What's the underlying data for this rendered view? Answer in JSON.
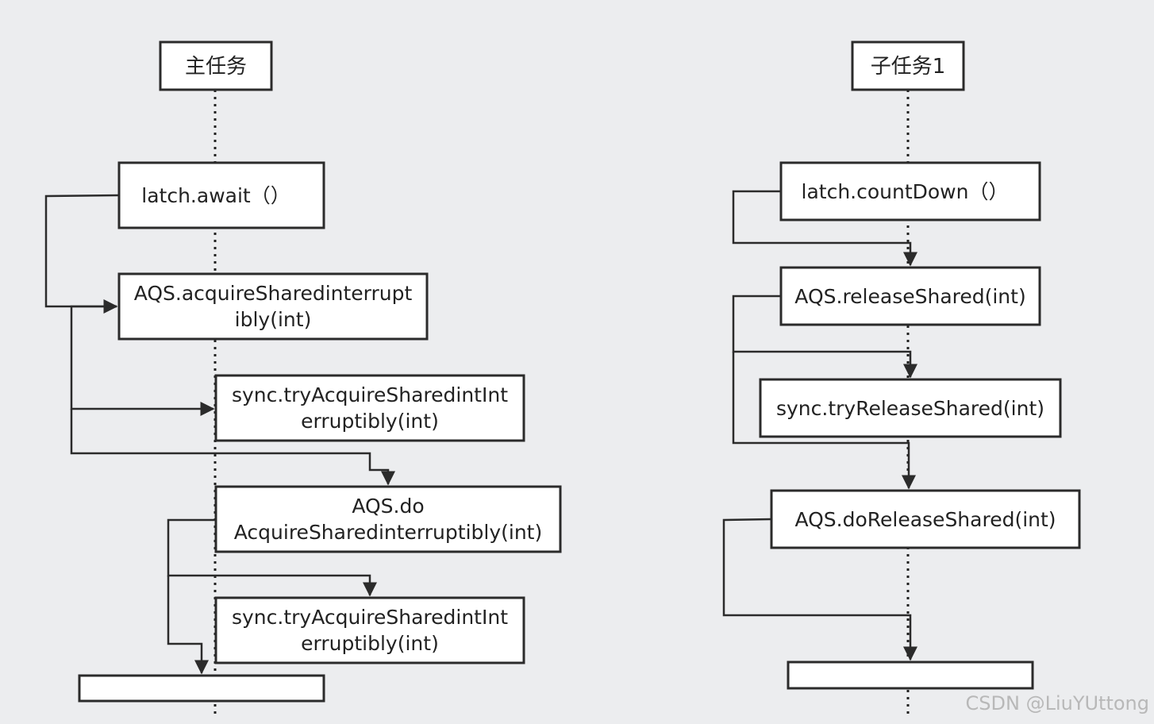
{
  "left_lane": {
    "title": "主任务",
    "nodes": [
      {
        "line1": "latch.await（）",
        "line2": ""
      },
      {
        "line1": "AQS.acquireSharedinterrupt",
        "line2": "ibly(int)"
      },
      {
        "line1": "sync.tryAcquireSharedintInt",
        "line2": "erruptibly(int)"
      },
      {
        "line1": "AQS.do",
        "line2": "AcquireSharedinterruptibly(int)"
      },
      {
        "line1": "sync.tryAcquireSharedintInt",
        "line2": "erruptibly(int)"
      },
      {
        "line1": "",
        "line2": ""
      }
    ]
  },
  "right_lane": {
    "title": "子任务1",
    "nodes": [
      {
        "line1": "latch.countDown（）",
        "line2": ""
      },
      {
        "line1": "AQS.releaseShared(int)",
        "line2": ""
      },
      {
        "line1": "sync.tryReleaseShared(int)",
        "line2": ""
      },
      {
        "line1": "AQS.doReleaseShared(int)",
        "line2": ""
      },
      {
        "line1": "",
        "line2": ""
      }
    ]
  },
  "watermark": "CSDN @LiuYUttong",
  "colors": {
    "background": "#ecedef",
    "box_fill": "#ffffff",
    "stroke": "#2b2b2b",
    "watermark": "#b8b8b8"
  }
}
